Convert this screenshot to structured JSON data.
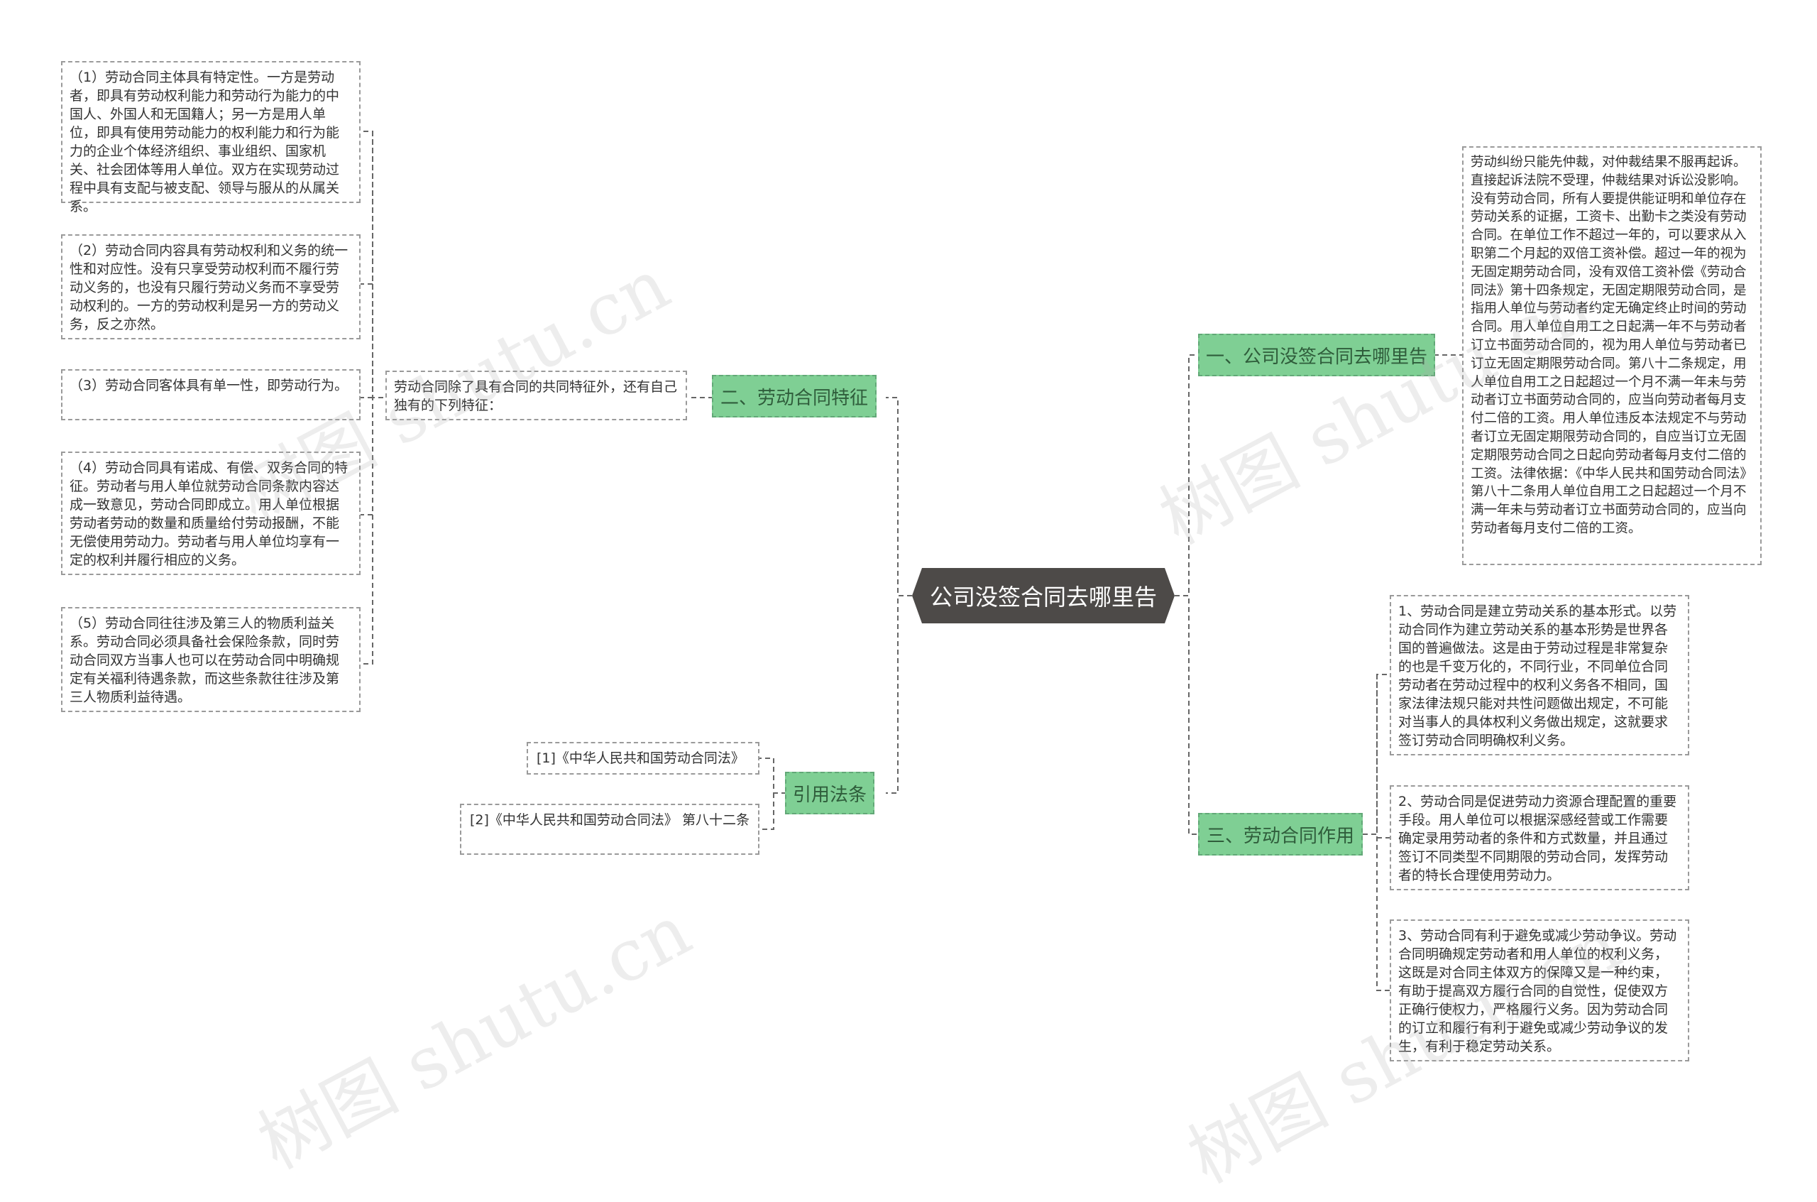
{
  "root": "公司没签合同去哪里告",
  "branches": {
    "b1": {
      "label": "一、公司没签合同去哪里告",
      "text": "劳动纠纷只能先仲裁，对仲裁结果不服再起诉。直接起诉法院不受理，仲裁结果对诉讼没影响。没有劳动合同，所有人要提供能证明和单位存在劳动关系的证据，工资卡、出勤卡之类没有劳动合同。在单位工作不超过一年的，可以要求从入职第二个月起的双倍工资补偿。超过一年的视为无固定期劳动合同，没有双倍工资补偿《劳动合同法》第十四条规定，无固定期限劳动合同，是指用人单位与劳动者约定无确定终止时间的劳动合同。用人单位自用工之日起满一年不与劳动者订立书面劳动合同的，视为用人单位与劳动者已订立无固定期限劳动合同。第八十二条规定，用人单位自用工之日起超过一个月不满一年未与劳动者订立书面劳动合同的，应当向劳动者每月支付二倍的工资。用人单位违反本法规定不与劳动者订立无固定期限劳动合同的，自应当订立无固定期限劳动合同之日起向劳动者每月支付二倍的工资。法律依据：《中华人民共和国劳动合同法》第八十二条用人单位自用工之日起超过一个月不满一年未与劳动者订立书面劳动合同的，应当向劳动者每月支付二倍的工资。"
    },
    "b2": {
      "label": "二、劳动合同特征",
      "intro": "劳动合同除了具有合同的共同特征外，还有自己独有的下列特征：",
      "items": [
        "（1）劳动合同主体具有特定性。一方是劳动者，即具有劳动权利能力和劳动行为能力的中国人、外国人和无国籍人；另一方是用人单位，即具有使用劳动能力的权利能力和行为能力的企业个体经济组织、事业组织、国家机关、社会团体等用人单位。双方在实现劳动过程中具有支配与被支配、领导与服从的从属关系。",
        "（2）劳动合同内容具有劳动权利和义务的统一性和对应性。没有只享受劳动权利而不履行劳动义务的，也没有只履行劳动义务而不享受劳动权利的。一方的劳动权利是另一方的劳动义务，反之亦然。",
        "（3）劳动合同客体具有单一性，即劳动行为。",
        "（4）劳动合同具有诺成、有偿、双务合同的特征。劳动者与用人单位就劳动合同条款内容达成一致意见，劳动合同即成立。用人单位根据劳动者劳动的数量和质量给付劳动报酬，不能无偿使用劳动力。劳动者与用人单位均享有一定的权利并履行相应的义务。",
        "（5）劳动合同往往涉及第三人的物质利益关系。劳动合同必须具备社会保险条款，同时劳动合同双方当事人也可以在劳动合同中明确规定有关福利待遇条款，而这些条款往往涉及第三人物质利益待遇。"
      ]
    },
    "b3": {
      "label": "三、劳动合同作用",
      "items": [
        "1、劳动合同是建立劳动关系的基本形式。以劳动合同作为建立劳动关系的基本形势是世界各国的普遍做法。这是由于劳动过程是非常复杂的也是千变万化的，不同行业，不同单位合同劳动者在劳动过程中的权利义务各不相同，国家法律法规只能对共性问题做出规定，不可能对当事人的具体权利义务做出规定，这就要求签订劳动合同明确权利义务。",
        "2、劳动合同是促进劳动力资源合理配置的重要手段。用人单位可以根据深感经营或工作需要确定录用劳动者的条件和方式数量，并且通过签订不同类型不同期限的劳动合同，发挥劳动者的特长合理使用劳动力。",
        "3、劳动合同有利于避免或减少劳动争议。劳动合同明确规定劳动者和用人单位的权利义务，这既是对合同主体双方的保障又是一种约束，有助于提高双方履行合同的自觉性，促使双方正确行使权力，严格履行义务。因为劳动合同的订立和履行有利于避免或减少劳动争议的发生，有利于稳定劳动关系。"
      ]
    },
    "b4": {
      "label": "引用法条",
      "items": [
        "[1]《中华人民共和国劳动合同法》",
        "[2]《中华人民共和国劳动合同法》 第八十二条"
      ]
    }
  },
  "watermark": "树图 shutu.cn",
  "colors": {
    "topic_fill": "#7fcf94",
    "root_fill": "#4d4a48",
    "line": "#666666",
    "box_border": "#9a9a9a"
  }
}
